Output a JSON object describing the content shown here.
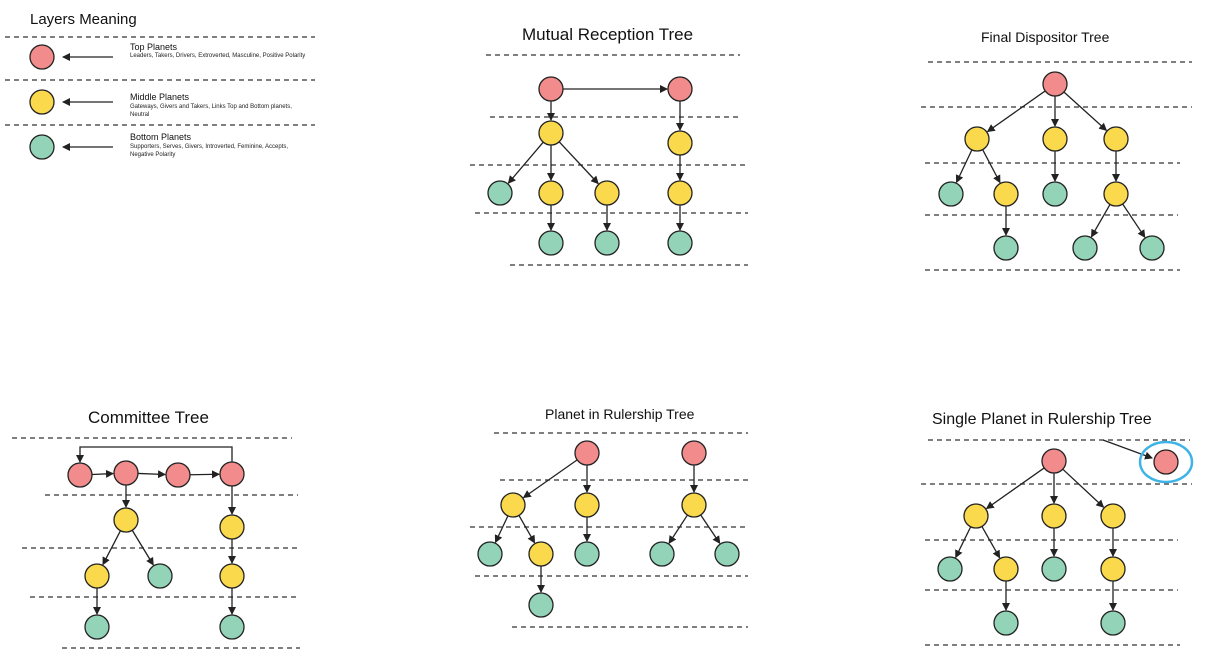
{
  "legend": {
    "title": "Layers Meaning",
    "layers": [
      {
        "name": "Top Planets",
        "description": "Leaders, Takers, Drivers, Extroverted, Masculine, Positive Polarity",
        "color": "#f28b8b"
      },
      {
        "name": "Middle Planets",
        "description": "Gateways, Givers and Takers, Links Top and Bottom planets, Neutral",
        "color": "#fbd94d"
      },
      {
        "name": "Bottom Planets",
        "description": "Supporters, Serves, Givers, Introverted, Feminine, Accepts, Negative Polarity",
        "color": "#93d4b9"
      }
    ]
  },
  "trees": {
    "mutual_reception": {
      "title": "Mutual Reception Tree"
    },
    "final_dispositor": {
      "title": "Final Dispositor Tree"
    },
    "committee": {
      "title": "Committee Tree"
    },
    "planet_in_rulership": {
      "title": "Planet in Rulership Tree"
    },
    "single_planet": {
      "title": "Single Planet in Rulership Tree"
    }
  },
  "colors": {
    "top": "#f28b8b",
    "middle": "#fbd94d",
    "bottom": "#93d4b9",
    "highlight": "#3db3e6"
  }
}
